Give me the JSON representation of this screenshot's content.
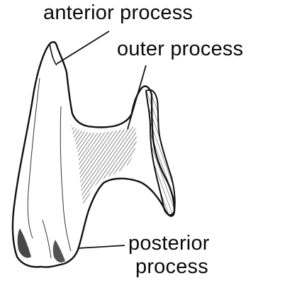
{
  "labels": {
    "anterior": "anterior process",
    "outer": "outer process",
    "posterior_line1": "posterior",
    "posterior_line2": "process"
  },
  "colors": {
    "ink": "#0a0a0a",
    "background": "#ffffff"
  }
}
